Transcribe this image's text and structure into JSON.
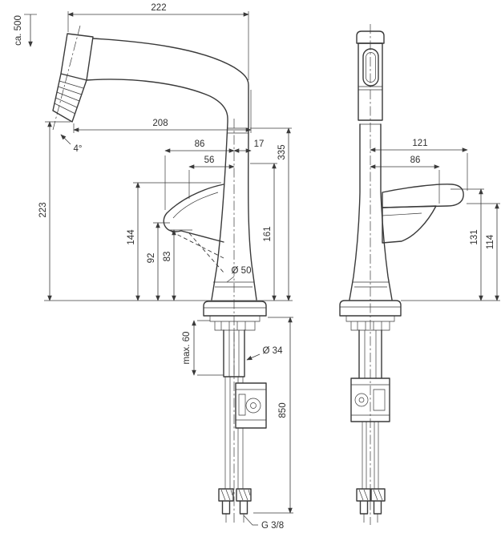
{
  "colors": {
    "ink": "#3a3a3a",
    "bg": "#ffffff"
  },
  "dims": {
    "overall_width": "222",
    "pullout": "ca. 500",
    "reach": "208",
    "a86": "86",
    "a17": "17",
    "a56": "56",
    "angle": "4°",
    "h223": "223",
    "h335": "335",
    "h161": "161",
    "h144": "144",
    "h92": "92",
    "h83": "83",
    "base_dia": "Ø 50",
    "f121": "121",
    "f86": "86",
    "f131": "131",
    "f114": "114",
    "max_deck": "max. 60",
    "shank_dia": "Ø 34",
    "hose_850": "850",
    "thread": "G 3/8"
  }
}
